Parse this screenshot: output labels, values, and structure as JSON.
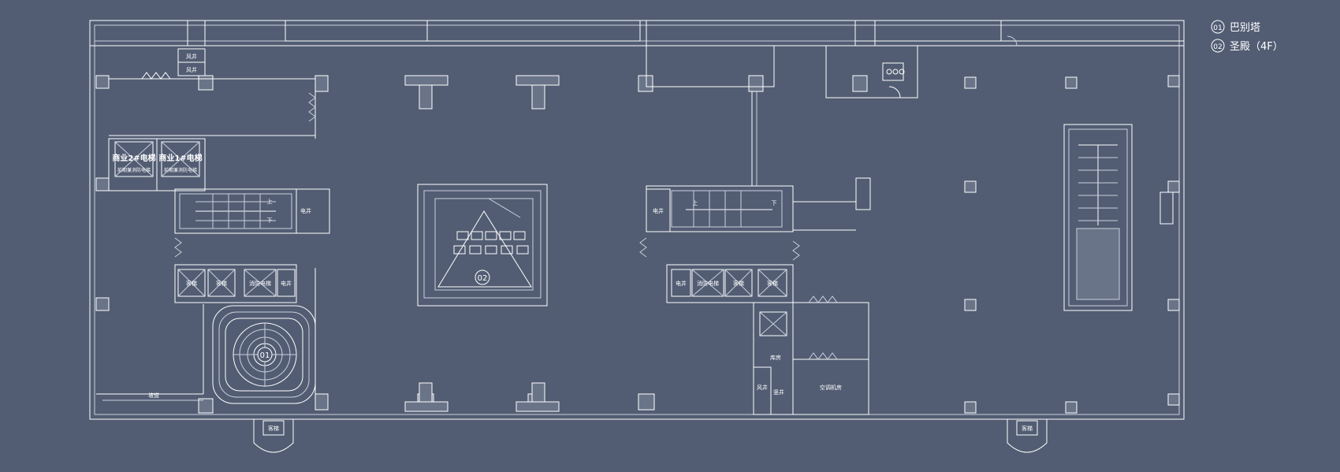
{
  "colors": {
    "background": "#525d73",
    "line": "#ffffff",
    "line_dim": "#c9cfdc",
    "fill_dark": "#6a7488"
  },
  "legend": {
    "items": [
      {
        "num": "01",
        "label": "巴别塔"
      },
      {
        "num": "02",
        "label": "圣殿（4F）"
      }
    ]
  },
  "markers": [
    {
      "num": "01"
    },
    {
      "num": "02"
    }
  ],
  "rooms": {
    "elevator_2": "商业2#电梯",
    "elevator_1": "商业1#电梯",
    "elevator_2_sub": "前期兼消防电梯",
    "elevator_1_sub": "前期兼消防电梯",
    "fan_1": "风井",
    "fan_2": "风井",
    "elec_room_left": "电井",
    "elec_room_left_lower": "电井",
    "lift_a": "客梯",
    "lift_b": "客梯",
    "lift_c": "消防电梯",
    "elec_room_right": "电井",
    "elec_room_right_lower": "电井",
    "lift_d": "消防电梯",
    "lift_e": "客梯",
    "lift_f": "客梯",
    "storage": "库房",
    "ac_room": "空调机房",
    "fan_3": "风井",
    "shaft_3": "竖井",
    "ramp": "坡道",
    "bottom_lift_left": "客梯",
    "bottom_lift_right": "客梯",
    "up": "上",
    "down": "下"
  }
}
